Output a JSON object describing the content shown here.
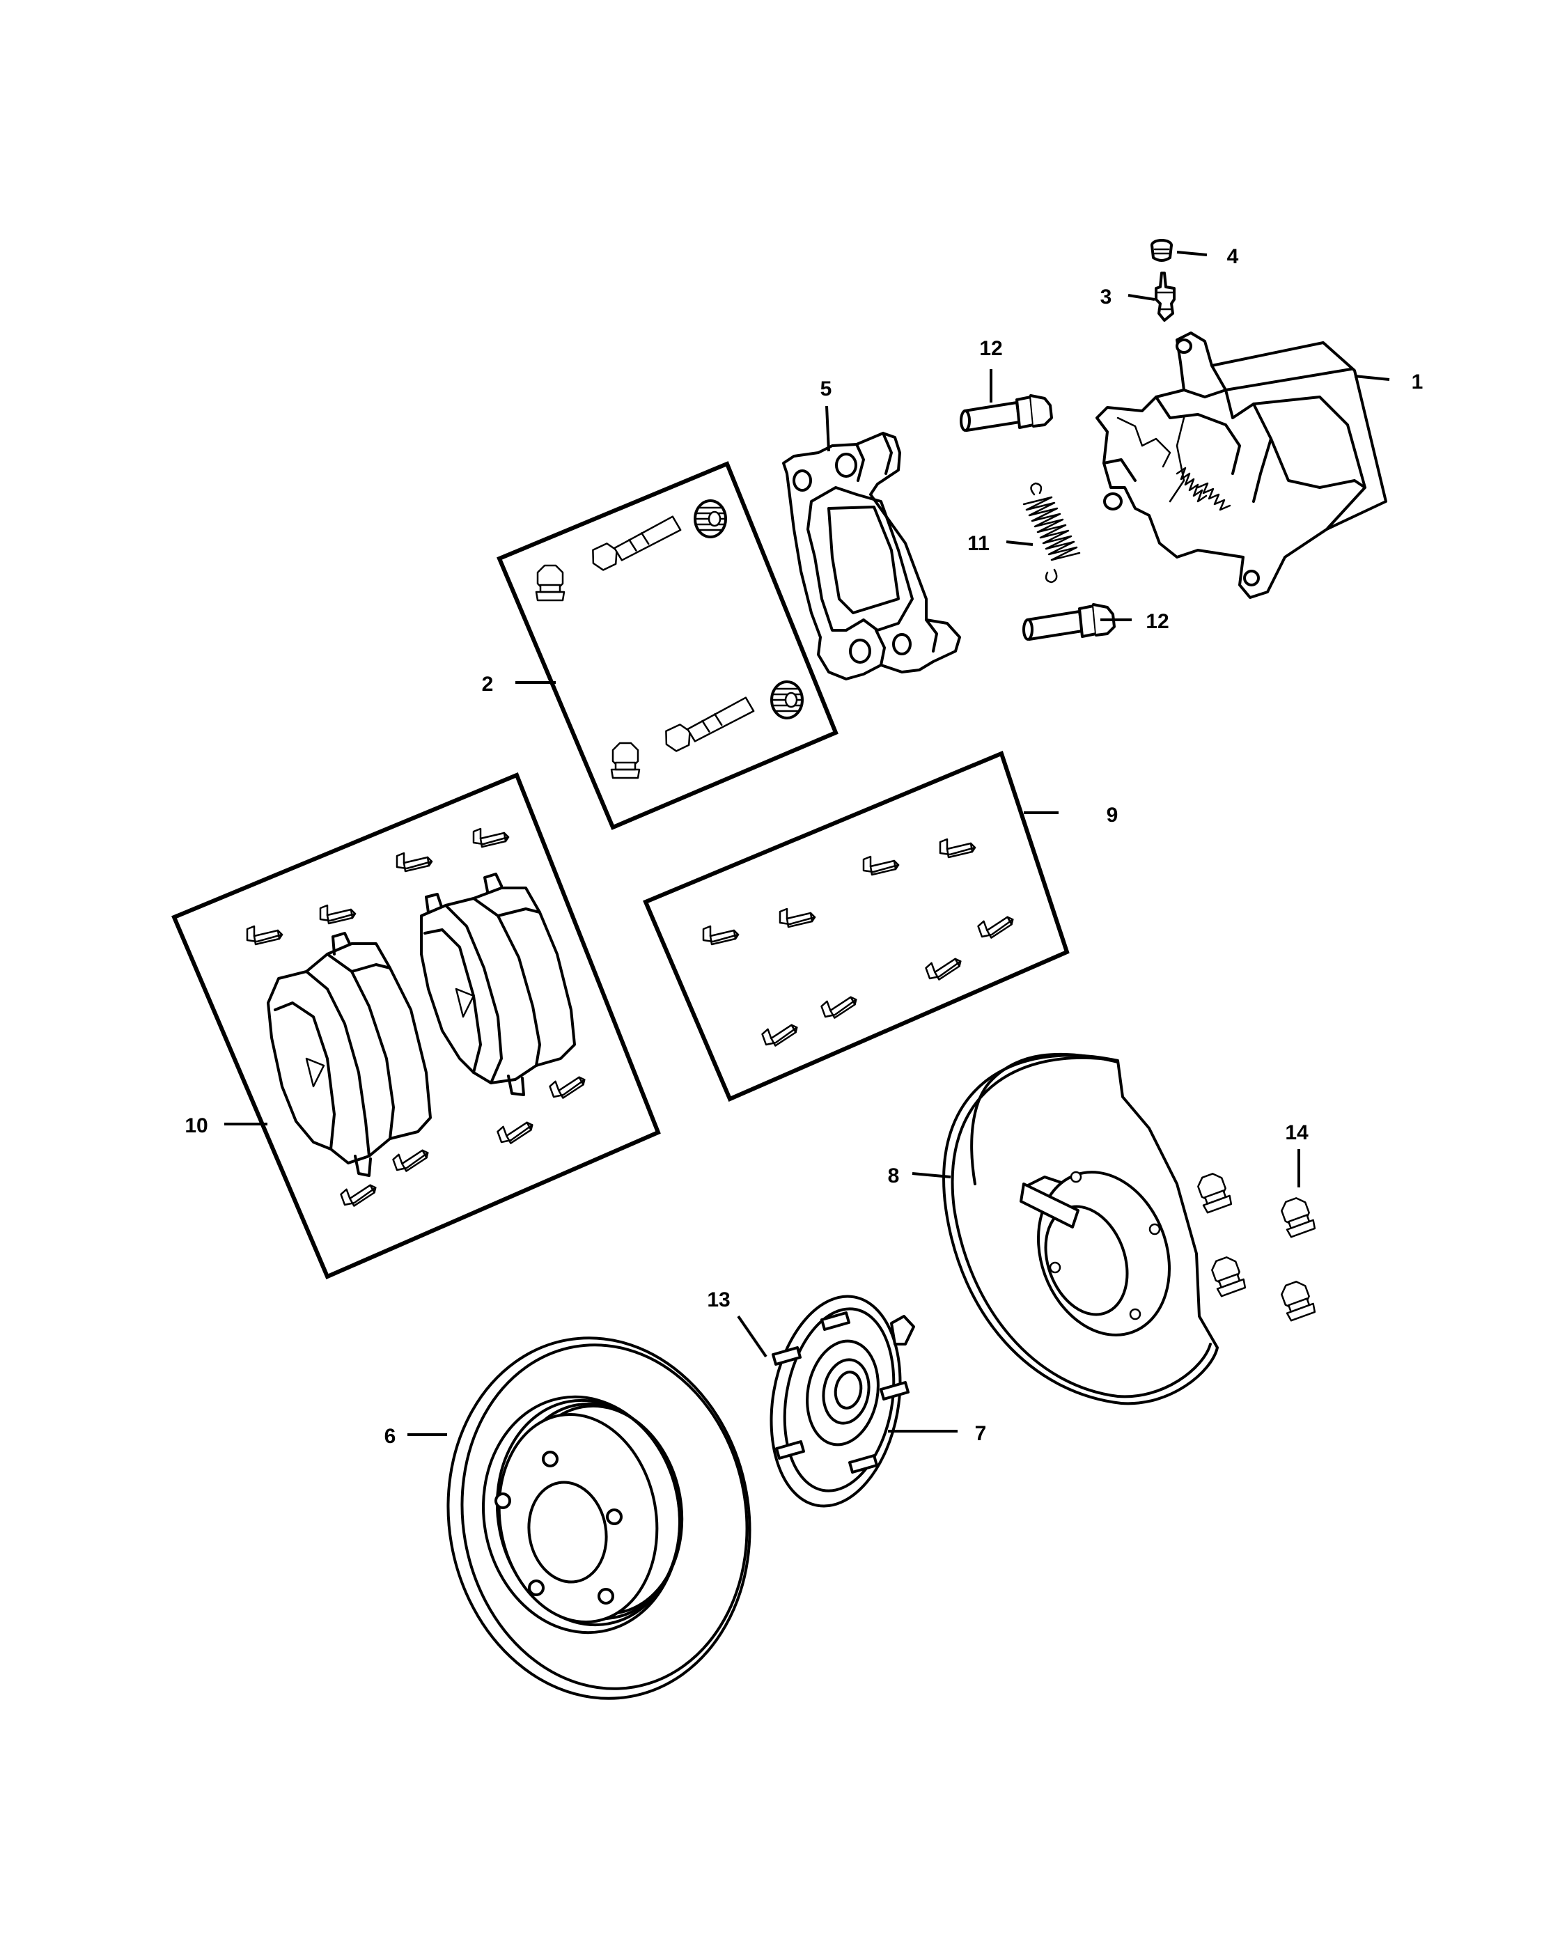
{
  "callouts": {
    "c1": "1",
    "c2": "2",
    "c3": "3",
    "c4": "4",
    "c5": "5",
    "c6": "6",
    "c7": "7",
    "c8": "8",
    "c9": "9",
    "c10": "10",
    "c11": "11",
    "c12a": "12",
    "c12b": "12",
    "c13": "13",
    "c14": "14"
  },
  "parts": {
    "caliper": "caliper-icon",
    "hardware_kit": "caliper-hardware-kit-icon",
    "bleeder_screw": "bleeder-screw-icon",
    "bleeder_cap": "bleeder-cap-icon",
    "caliper_bracket": "caliper-bracket-icon",
    "rotor": "brake-rotor-icon",
    "hub_bearing": "hub-bearing-icon",
    "dust_shield": "dust-shield-icon",
    "clip_kit": "pad-clip-kit-icon",
    "pad_kit": "brake-pad-kit-icon",
    "spring": "spring-icon",
    "bolt": "bolt-icon",
    "wheel_stud": "wheel-stud-icon",
    "shield_bolt": "shield-bolt-icon"
  },
  "colors": {
    "line": "#000000",
    "background": "#ffffff"
  }
}
